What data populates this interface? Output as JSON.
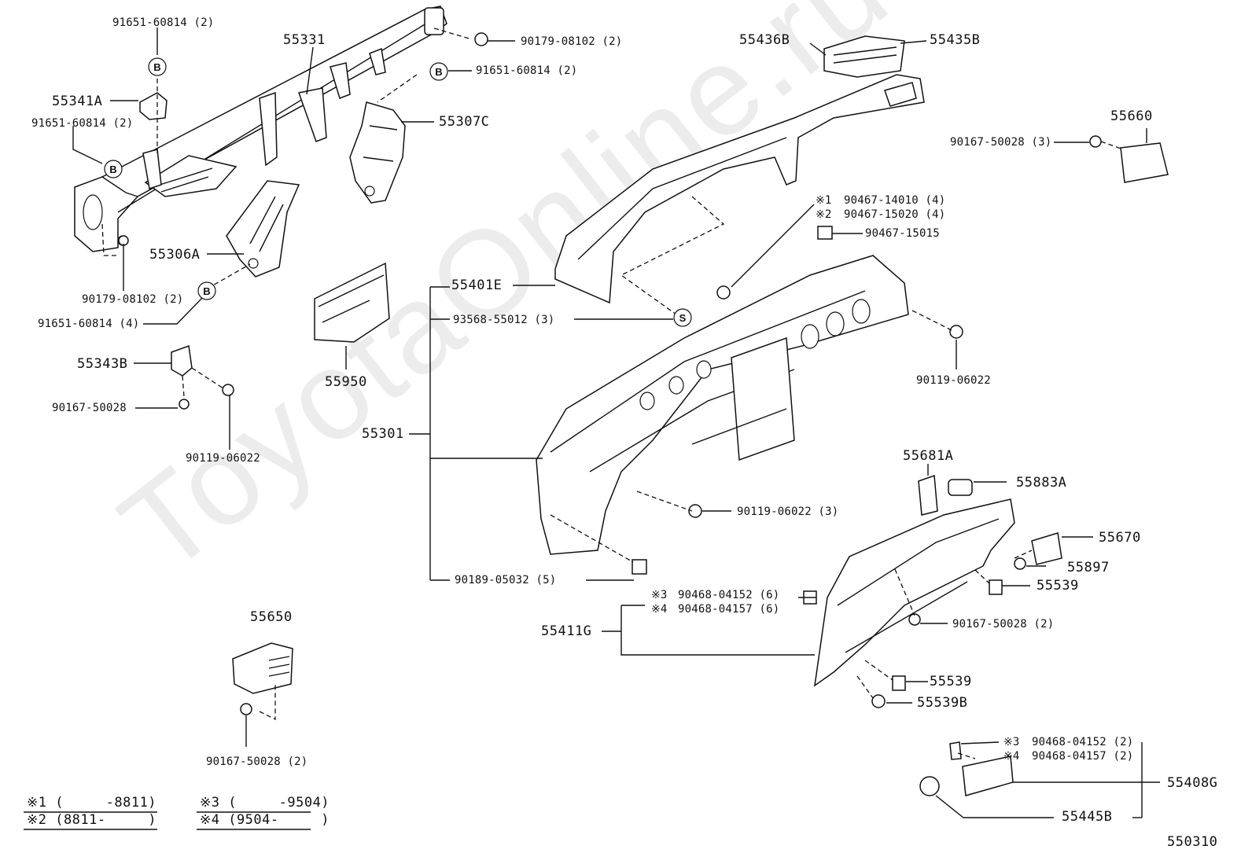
{
  "watermark": "ToyotaOnline.ru",
  "diagram_code": "550310",
  "callouts": {
    "p91651_60814_2a": "91651-60814 (2)",
    "p55331": "55331",
    "p90179_08102_2a": "90179-08102 (2)",
    "p91651_60814_2b": "91651-60814 (2)",
    "p55341A": "55341A",
    "p91651_60814_2c": "91651-60814 (2)",
    "p55307C": "55307C",
    "p55306A": "55306A",
    "p90179_08102_2b": "90179-08102 (2)",
    "p91651_60814_4": "91651-60814 (4)",
    "p55343B": "55343B",
    "p90167_50028_a": "90167-50028",
    "p90119_06022_a": "90119-06022",
    "p55950": "55950",
    "p55436B": "55436B",
    "p55435B": "55435B",
    "p55660": "55660",
    "p90167_50028_3": "90167-50028 (3)",
    "p90467_14010_4": "90467-14010 (4)",
    "p90467_15020_4": "90467-15020 (4)",
    "p90467_15015": "90467-15015",
    "p55401E": "55401E",
    "p93568_55012_3": "93568-55012 (3)",
    "p90119_06022_b": "90119-06022",
    "p55301": "55301",
    "p55681A": "55681A",
    "p55883A": "55883A",
    "p90119_06022_3": "90119-06022 (3)",
    "p55670": "55670",
    "p55897": "55897",
    "p90189_05032_5": "90189-05032 (5)",
    "p55539_a": "55539",
    "p90468_04152_6": "90468-04152 (6)",
    "p90468_04157_6": "90468-04157 (6)",
    "p55411G": "55411G",
    "p90167_50028_2a": "90167-50028 (2)",
    "p55539_b": "55539",
    "p55539B": "55539B",
    "p55650": "55650",
    "p90167_50028_2b": "90167-50028 (2)",
    "p90468_04152_2": "90468-04152 (2)",
    "p90468_04157_2": "90468-04157 (2)",
    "p55408G": "55408G",
    "p55445B": "55445B"
  },
  "markers": {
    "b": "B",
    "s": "S",
    "m1": "※1",
    "m2": "※2",
    "m3": "※3",
    "m4": "※4"
  },
  "legend": {
    "row1": "※1 (     -8811)",
    "row2": "※2 (8811-     )",
    "row3": "※3 (     -9504)",
    "row4": "※4 (9504-     )"
  }
}
